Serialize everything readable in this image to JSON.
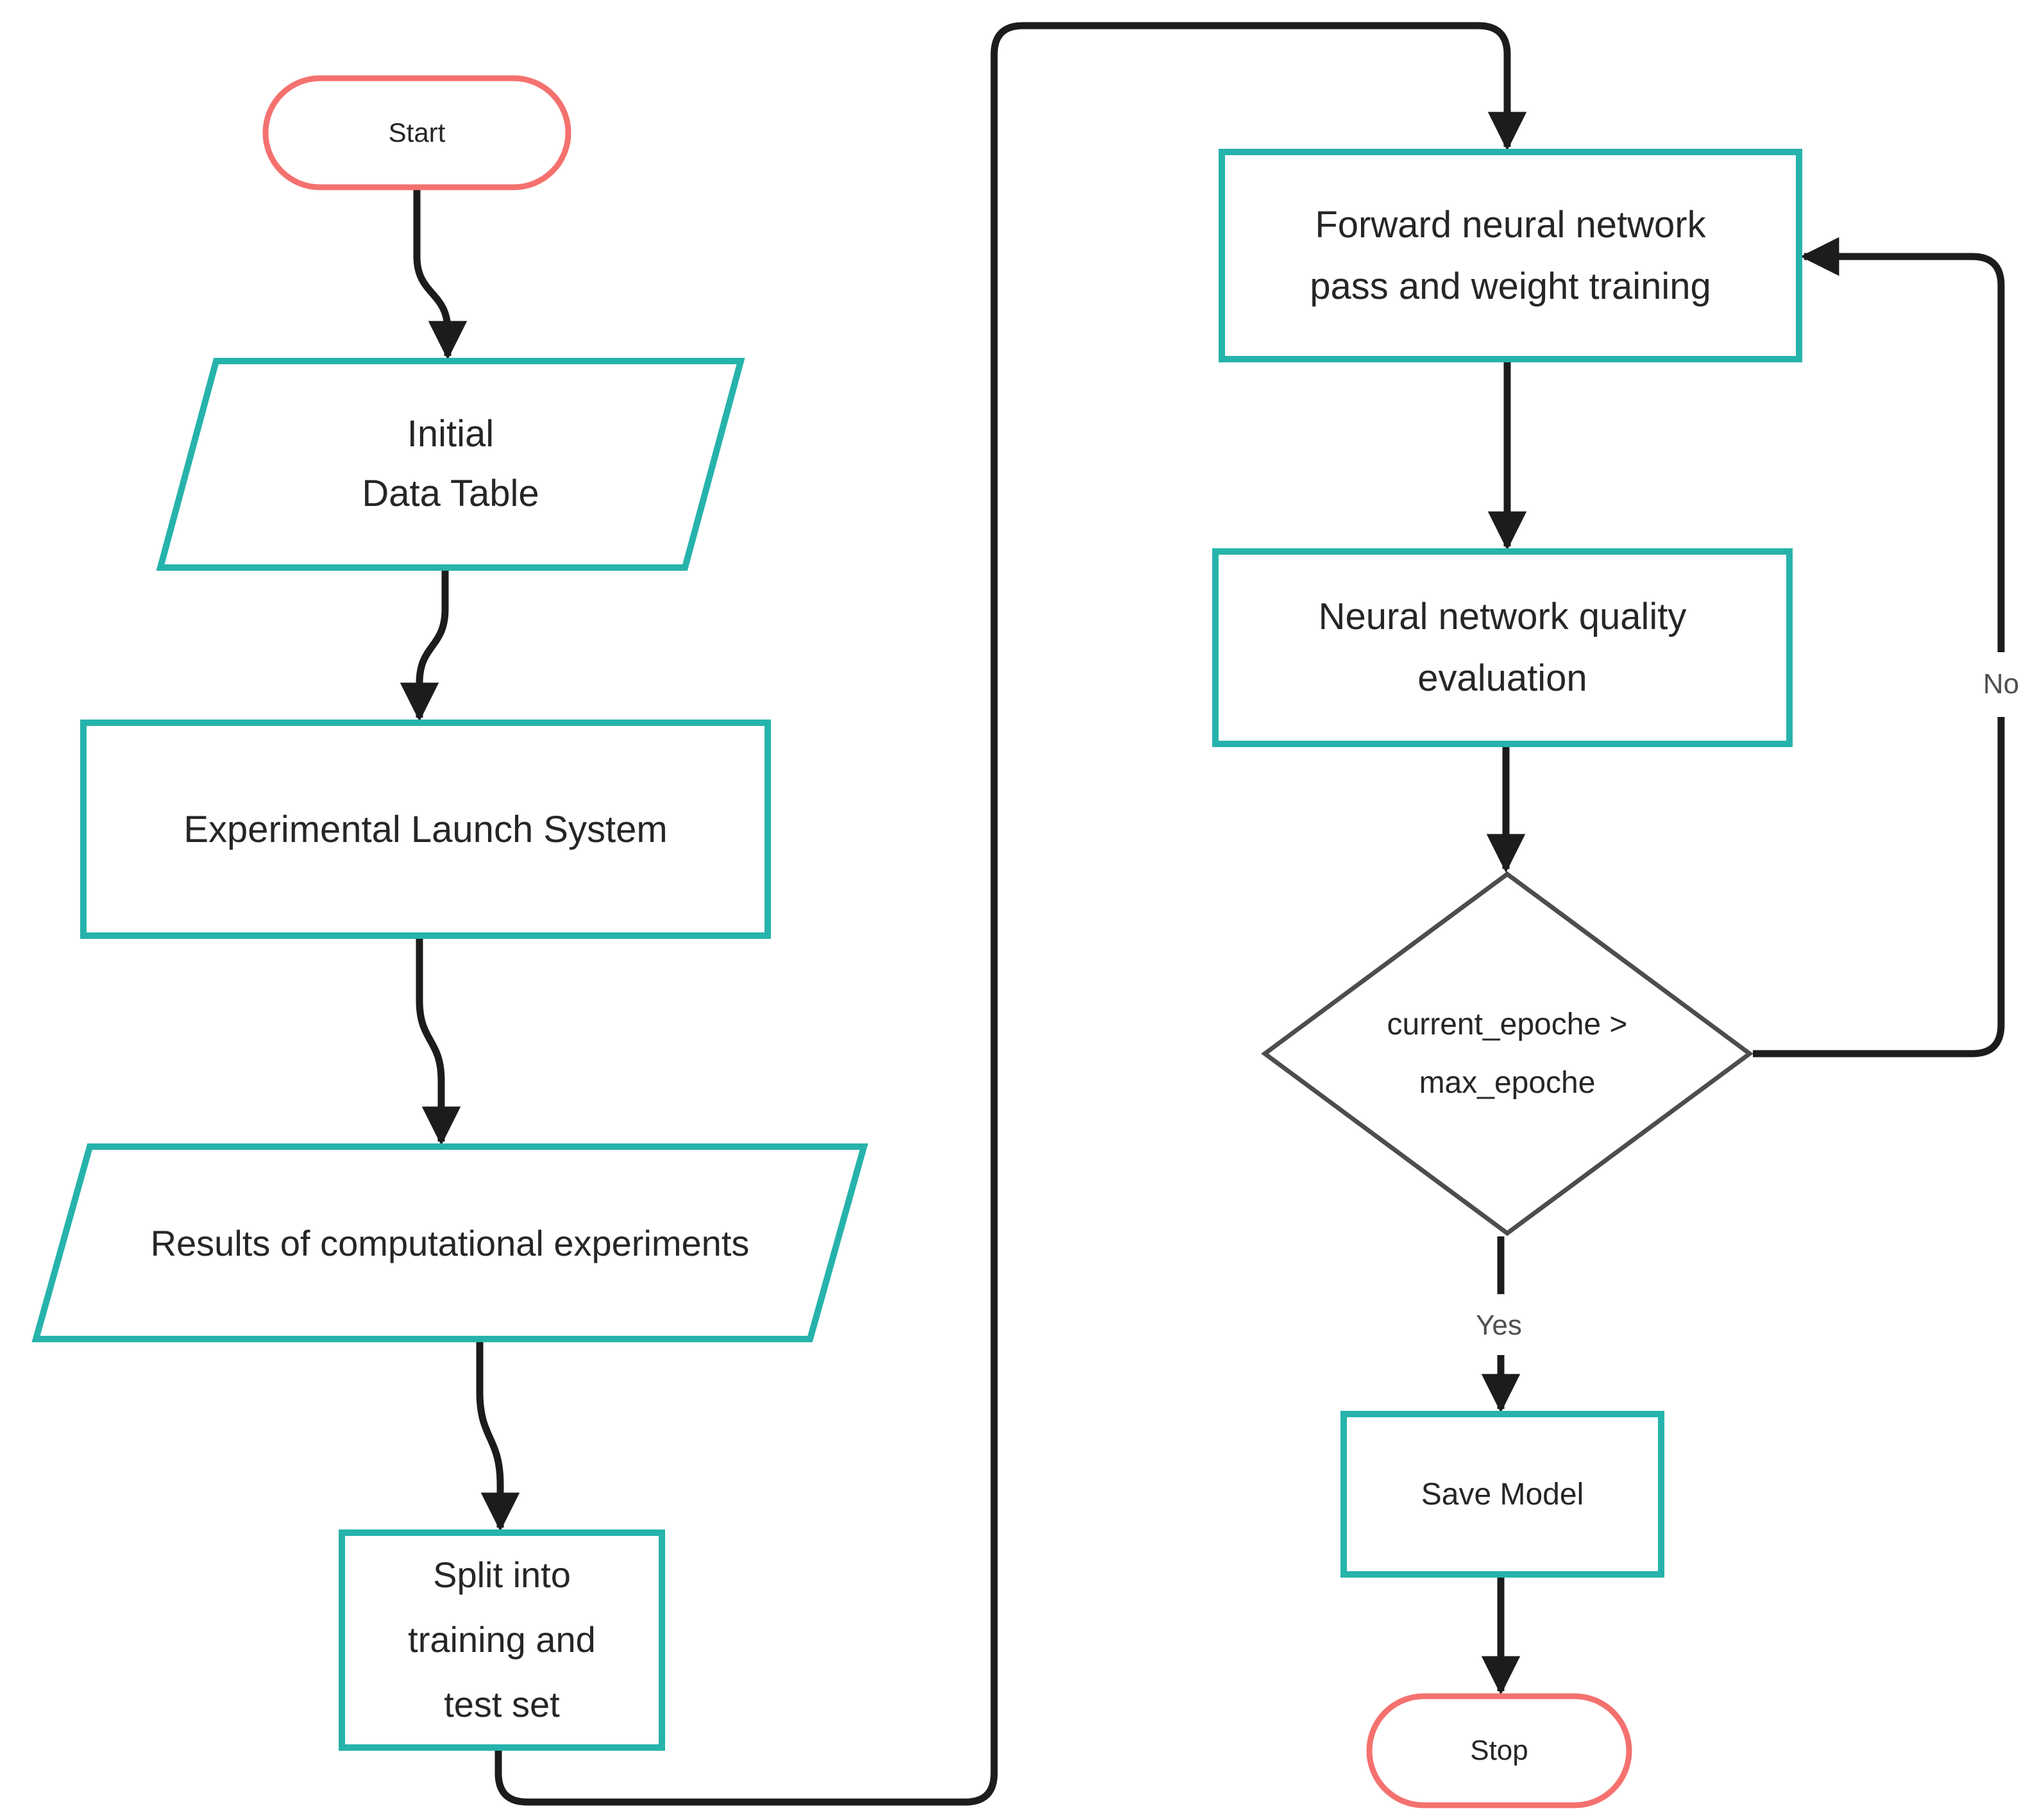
{
  "colors": {
    "process_border_teal": "#26B3AB",
    "terminator_border_red": "#F4716E",
    "decision_border_gray": "#4D4D4D",
    "connector_black": "#1C1C1C",
    "edge_label_gray": "#4F4F4F",
    "node_text": "#262626",
    "background": "#FFFFFF"
  },
  "nodes": {
    "start": {
      "type": "terminator",
      "label": "Start"
    },
    "initial_data": {
      "type": "data",
      "label": "Initial\nData Table"
    },
    "experimental": {
      "type": "process",
      "label": "Experimental Launch System"
    },
    "results": {
      "type": "data",
      "label": "Results of computational experiments"
    },
    "split": {
      "type": "process",
      "label": "Split into\ntraining and\ntest set"
    },
    "forward": {
      "type": "process",
      "label": "Forward neural network\npass and weight training"
    },
    "quality": {
      "type": "process",
      "label": "Neural network quality\nevaluation"
    },
    "decision": {
      "type": "decision",
      "label": "current_epoche >\nmax_epoche"
    },
    "save": {
      "type": "process",
      "label": "Save Model"
    },
    "stop": {
      "type": "terminator",
      "label": "Stop"
    }
  },
  "edge_labels": {
    "yes": "Yes",
    "no": "No"
  }
}
